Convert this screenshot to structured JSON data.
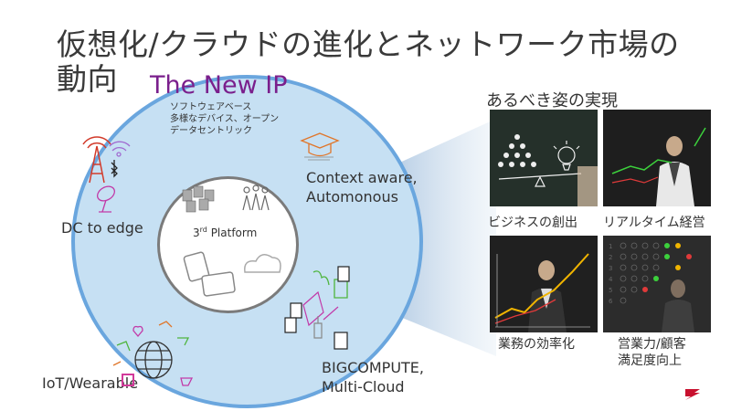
{
  "slide": {
    "title": "仮想化/クラウドの進化とネットワーク市場の動向",
    "diagram": {
      "center_title": "The New IP",
      "attributes": [
        "ソフトウェアベース",
        "多様なデバイス、オープン",
        "データセントリック"
      ],
      "platform_base": "3",
      "platform_sup": "rd",
      "platform_rest": " Platform",
      "segments": {
        "context": [
          "Context aware,",
          "Automonous"
        ],
        "dc": "DC to edge",
        "bigcompute": [
          "BIGCOMPUTE,",
          "Multi-Cloud"
        ],
        "iot": "IoT/Wearable"
      }
    },
    "realization": {
      "heading": "あるべき姿の実現",
      "items": [
        {
          "label": "ビジネスの創出"
        },
        {
          "label": "リアルタイム経営"
        },
        {
          "label": "業務の効率化"
        },
        {
          "label": "営業力/顧客",
          "label2": "満足度向上"
        }
      ]
    },
    "colors": {
      "ring_fill": "#c6e0f3",
      "ring_border": "#6aa6de",
      "title_accent": "#7a1f8c",
      "logo": "#c8102e"
    },
    "icons": [
      "cell-tower-icon",
      "bluetooth-icon",
      "wifi-icon",
      "satellite-dish-icon",
      "servers-icon",
      "people-icon",
      "tablet-icon",
      "cloud-icon",
      "graduation-cap-icon",
      "documents-icon",
      "globe-icon",
      "logo-icon"
    ]
  }
}
